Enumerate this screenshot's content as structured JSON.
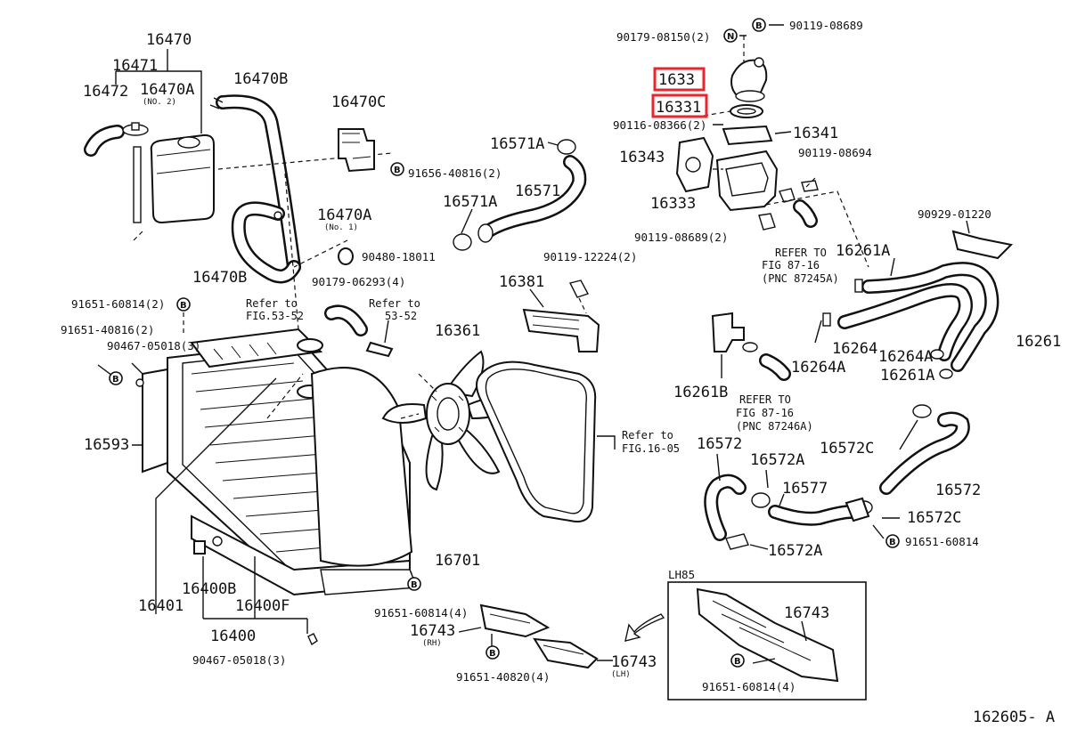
{
  "diagram_id": "162605- A",
  "colors": {
    "highlight": "#e8262b",
    "ink": "#111111"
  },
  "labels": {
    "p16470": "16470",
    "p16471": "16471",
    "p16472": "16472",
    "p16470A_top": "16470A",
    "no2": "(NO. 2)",
    "p16470B_top": "16470B",
    "p16470C": "16470C",
    "b91656": "91656-40816(2)",
    "p16470A": "16470A",
    "no1": "(No. 1)",
    "p16470B": "16470B",
    "b90480": "90480-18011",
    "b90179_06293": "90179-06293(4)",
    "b91651_60814_2": "91651-60814(2)",
    "b91651_40816_2": "91651-40816(2)",
    "b90467_3a": "90467-05018(3)",
    "p16593": "16593",
    "p16401": "16401",
    "p16400B": "16400B",
    "p16400F": "16400F",
    "p16400": "16400",
    "b90467_3b": "90467-05018(3)",
    "b91651_60814_4": "91651-60814(4)",
    "p16743_rh": "16743",
    "rh": "(RH)",
    "b91651_40820": "91651-40820(4)",
    "p16743_lh": "16743",
    "lh": "(LH)",
    "p16701": "16701",
    "p16361": "16361",
    "p16381": "16381",
    "b90119_12224": "90119-12224(2)",
    "p16571A_top": "16571A",
    "p16571A": "16571A",
    "p16571": "16571",
    "b90179_08150": "90179-08150(2)",
    "b90119_08689_top": "90119-08689",
    "p1633x": "1633",
    "p16331": "16331",
    "b90116": "90116-08366(2)",
    "p16341": "16341",
    "p16343": "16343",
    "b90119_08694": "90119-08694",
    "p16333": "16333",
    "b90119_08689_2": "90119-08689(2)",
    "p16261A_top": "16261A",
    "b90929": "90929-01220",
    "p16264": "16264",
    "p16264A_mid": "16264A",
    "p16264A_r": "16264A",
    "p16261A_r": "16261A",
    "p16261": "16261",
    "p16261B": "16261B",
    "p16572_l": "16572",
    "p16572A_top": "16572A",
    "p16577": "16577",
    "p16572C_top": "16572C",
    "p16572_r": "16572",
    "p16572C": "16572C",
    "b91651_60814_r": "91651-60814",
    "p16572A_bot": "16572A",
    "lh85": "LH85",
    "p16743_lh85": "16743",
    "b91651_60814_lh85": "91651-60814(4)"
  },
  "refs": {
    "ref_53_52_a_1": "Refer to",
    "ref_53_52_a_2": "FIG.53-52",
    "ref_53_52_b_1": "Refer to",
    "ref_53_52_b_2": "53-52",
    "ref_16_05_1": "Refer to",
    "ref_16_05_2": "FIG.16-05",
    "ref_87245_1": "REFER TO",
    "ref_87245_2": "FIG 87-16",
    "ref_87245_3": "(PNC 87245A)",
    "ref_87246_1": "REFER TO",
    "ref_87246_2": "FIG 87-16",
    "ref_87246_3": "(PNC 87246A)"
  },
  "badges": {
    "b": "B",
    "n": "N"
  }
}
